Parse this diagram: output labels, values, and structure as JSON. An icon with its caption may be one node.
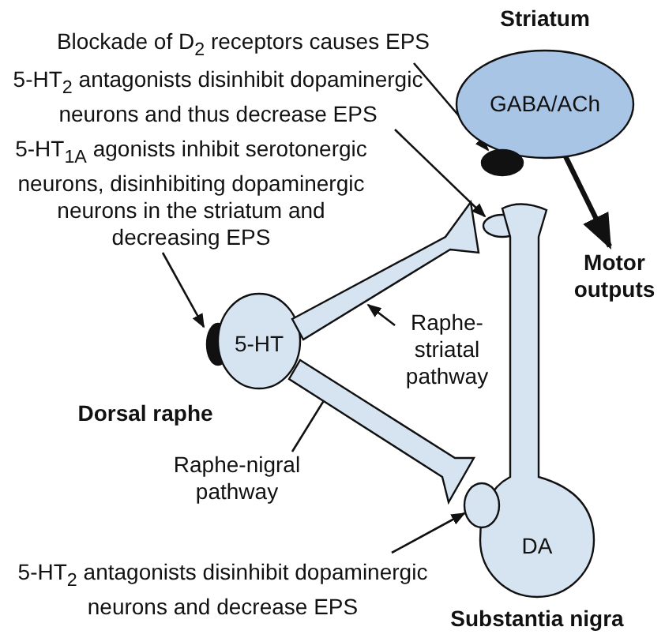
{
  "diagram": {
    "nodes": [
      {
        "text": [
          "Striatum",
          "GABA/ACh"
        ]
      },
      {
        "text": [
          "Blockade of D$_{2}$ receptors causes EPS"
        ]
      },
      {
        "text": [],
        "shape": "ellipse"
      },
      {
        "text": [
          "5-HT$_{2}$ antagonists disinhibit dopaminergic neurons and thus decrease EPS"
        ]
      },
      {
        "text": [],
        "shape": "ellipse"
      },
      {
        "text": [
          "Motor outputs"
        ]
      },
      {
        "text": [
          "5-HT$_{1A}$ agonists inhibit serotonergic neurons, disinhibiting dopaminergic neurons in the striatum and decreasing EPS"
        ]
      },
      {
        "text": [],
        "shape": "ellipse"
      },
      {
        "text": [
          "5-HT",
          "Dorsal raphe"
        ]
      },
      {
        "text": [],
        "shape": "branch"
      },
      {
        "text": [
          "Raphe-striatal pathway"
        ]
      },
      {
        "text": [],
        "shape": "branch"
      },
      {
        "text": [
          "Raphe-nigral pathway"
        ]
      },
      {
        "text": [
          "DA",
          "Substantia nigra"
        ]
      },
      {
        "text": [],
        "shape": "ellipse"
      },
      {
        "text": [
          "5-HT$_{2}$ antagonists disinhibit dopaminergic neurons and decrease EPS"
        ]
      }
    ],
    "edges": [
      {
        "from": 1,
        "to": 2,
        "arrow": "to"
      },
      {
        "from": 3,
        "to": 4,
        "arrow": "to"
      },
      {
        "from": 0,
        "to": 5,
        "arrow": "to",
        "style": "thick"
      },
      {
        "from": 6,
        "to": 7,
        "arrow": "to"
      },
      {
        "from": 10,
        "to": 9,
        "arrow": "to"
      },
      {
        "from": 12,
        "to": 11,
        "arrow": "to"
      },
      {
        "from": 15,
        "to": 14,
        "arrow": "to"
      }
    ]
  }
}
